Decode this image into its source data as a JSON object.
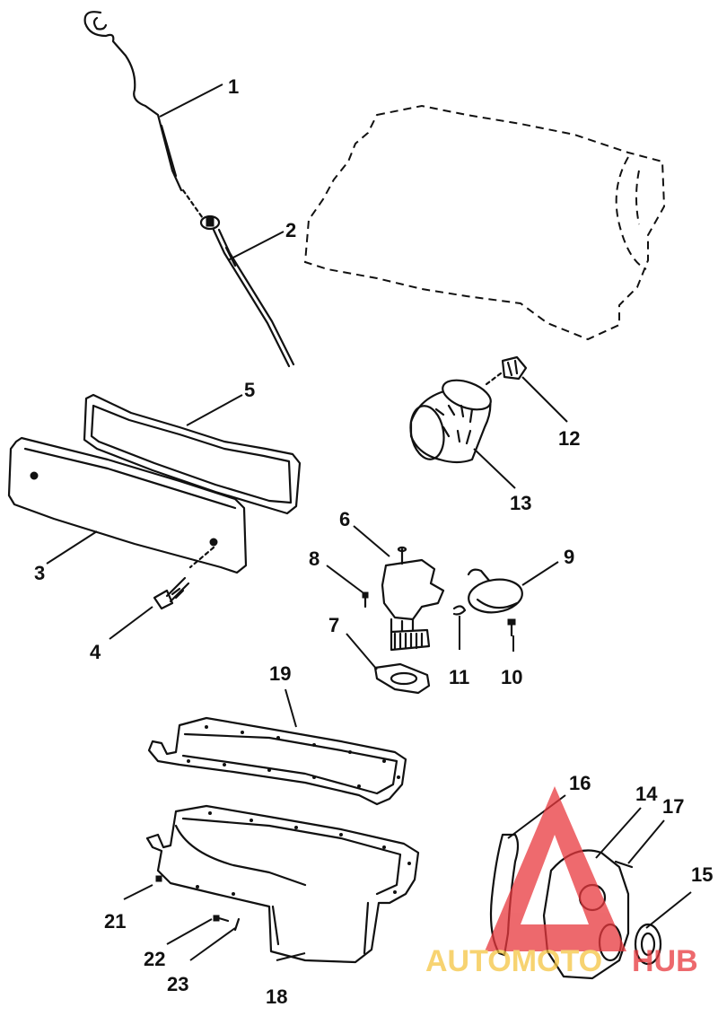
{
  "diagram": {
    "callouts": [
      {
        "id": "1",
        "label": "1",
        "part": "dipstick"
      },
      {
        "id": "2",
        "label": "2",
        "part": "dipstick-tube"
      },
      {
        "id": "3",
        "label": "3",
        "part": "valve-cover"
      },
      {
        "id": "4",
        "label": "4",
        "part": "valve-cover-bolt"
      },
      {
        "id": "5",
        "label": "5",
        "part": "valve-cover-gasket"
      },
      {
        "id": "6",
        "label": "6",
        "part": "oil-pump"
      },
      {
        "id": "7",
        "label": "7",
        "part": "oil-pump-gasket"
      },
      {
        "id": "8",
        "label": "8",
        "part": "oil-pump-screw"
      },
      {
        "id": "9",
        "label": "9",
        "part": "oil-pickup-screen"
      },
      {
        "id": "10",
        "label": "10",
        "part": "pickup-screw"
      },
      {
        "id": "11",
        "label": "11",
        "part": "pickup-clip"
      },
      {
        "id": "12",
        "label": "12",
        "part": "oil-filter-adapter"
      },
      {
        "id": "13",
        "label": "13",
        "part": "oil-filter"
      },
      {
        "id": "14",
        "label": "14",
        "part": "front-cover"
      },
      {
        "id": "15",
        "label": "15",
        "part": "front-cover-seal"
      },
      {
        "id": "16",
        "label": "16",
        "part": "front-cover-gasket"
      },
      {
        "id": "17",
        "label": "17",
        "part": "front-cover-bolt"
      },
      {
        "id": "18",
        "label": "18",
        "part": "oil-pan"
      },
      {
        "id": "19",
        "label": "19",
        "part": "oil-pan-gasket"
      },
      {
        "id": "21",
        "label": "21",
        "part": "drain-plug"
      },
      {
        "id": "22",
        "label": "22",
        "part": "oil-pan-bolt"
      },
      {
        "id": "23",
        "label": "23",
        "part": "oil-pan-washer"
      }
    ]
  },
  "watermark": {
    "text_part1": "AUTOMOTO",
    "text_part2": "HUB",
    "color_primary": "#e8383d",
    "color_accent": "#f5c542"
  }
}
